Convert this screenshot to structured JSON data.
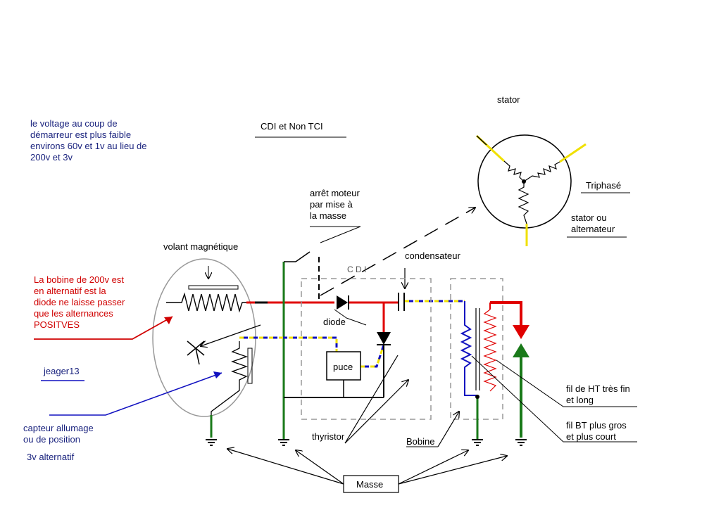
{
  "title": "CDI  et  Non  TCI",
  "labels": {
    "voltage_note": "le voltage au coup de\ndémarreur est plus faible\nenvirons 60v et  1v au lieu de\n200v et 3v",
    "stator": "stator",
    "triphase": "Triphasé",
    "stator_alt": "stator ou\nalternateur",
    "arret_moteur": "arrêt moteur\npar mise à\nla masse",
    "volant": "volant magnétique",
    "condensateur": "condensateur",
    "cdi_box": "C D I",
    "bobine_200v": "La bobine de 200v est\nen alternatif est la\ndiode ne laisse passer\nque les alternances\nPOSITVES",
    "diode": "diode",
    "puce": "puce",
    "jeager": "jeager13",
    "capteur": "capteur allumage\nou de position",
    "capteur_v": "3v alternatif",
    "thyristor": "thyristor",
    "bobine": "Bobine",
    "fil_ht": "fil de HT très fin\net long",
    "fil_bt": "fil BT plus gros\net plus court",
    "masse": "Masse"
  },
  "colors": {
    "red_wire": "#e00000",
    "green_wire": "#1a7a1a",
    "yellow": "#f0e000",
    "blue_wire": "#1010c0",
    "dark_text": "#1a237e"
  }
}
